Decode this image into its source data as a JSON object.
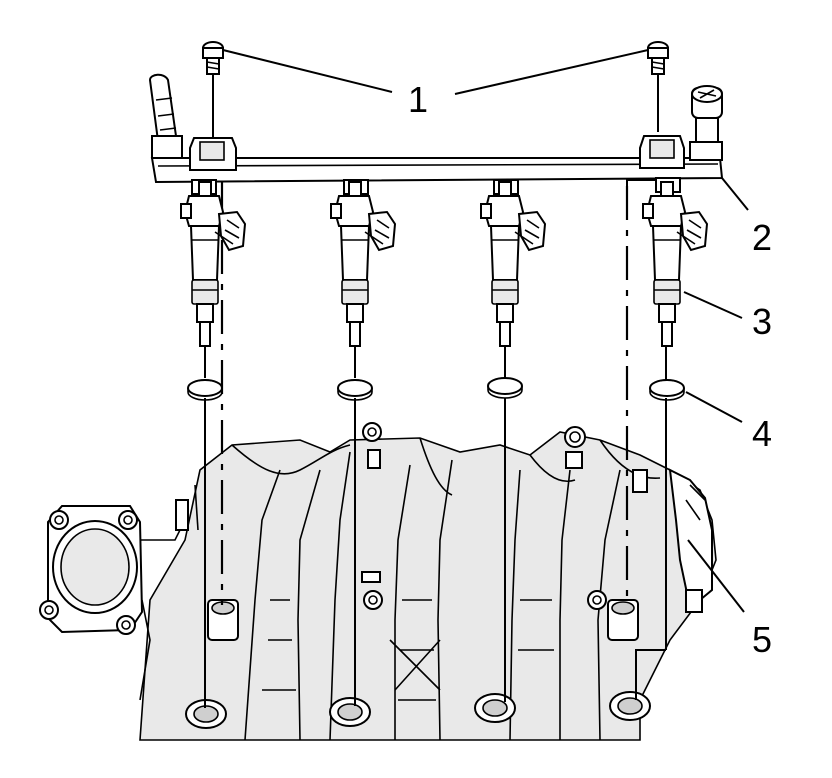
{
  "diagram": {
    "callouts": [
      {
        "id": "1",
        "label": "1"
      },
      {
        "id": "2",
        "label": "2"
      },
      {
        "id": "3",
        "label": "3"
      },
      {
        "id": "4",
        "label": "4"
      },
      {
        "id": "5",
        "label": "5"
      }
    ],
    "line_color": "#000000",
    "background": "#ffffff"
  }
}
